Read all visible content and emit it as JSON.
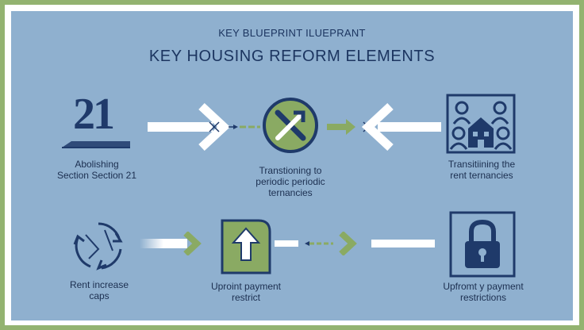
{
  "header": {
    "kicker": "KEY BLUEPRINT ILUEPRANT",
    "title": "KEY HOUSING REFORM ELEMENTS"
  },
  "nodes": [
    {
      "id": "section21",
      "number": "21",
      "label_line1": "Abolishing",
      "label_line2": "Section Section 21",
      "icon": "document-21-icon"
    },
    {
      "id": "periodic",
      "label_line1": "Transtioning to",
      "label_line2": "periodic periodic",
      "label_line3": "ternancies",
      "icon": "arrow-cross-icon"
    },
    {
      "id": "rent-tenancies",
      "label_line1": "Transitiining the",
      "label_line2": "rent ternancies",
      "icon": "house-people-icon"
    },
    {
      "id": "rent-caps",
      "label_line1": "Rent increase",
      "label_line2": "caps",
      "icon": "recycle-arrows-icon"
    },
    {
      "id": "upfront",
      "label_line1": "Uproint payment",
      "label_line2": "restrict",
      "icon": "up-arrow-box-icon"
    },
    {
      "id": "restrictions",
      "label_line1": "Upfromt y payment",
      "label_line2": "restrictions",
      "icon": "padlock-icon"
    }
  ],
  "colors": {
    "background": "#8fb0cf",
    "border": "#93b370",
    "navy": "#1f3a6a",
    "green": "#8aaa63",
    "white": "#ffffff"
  }
}
